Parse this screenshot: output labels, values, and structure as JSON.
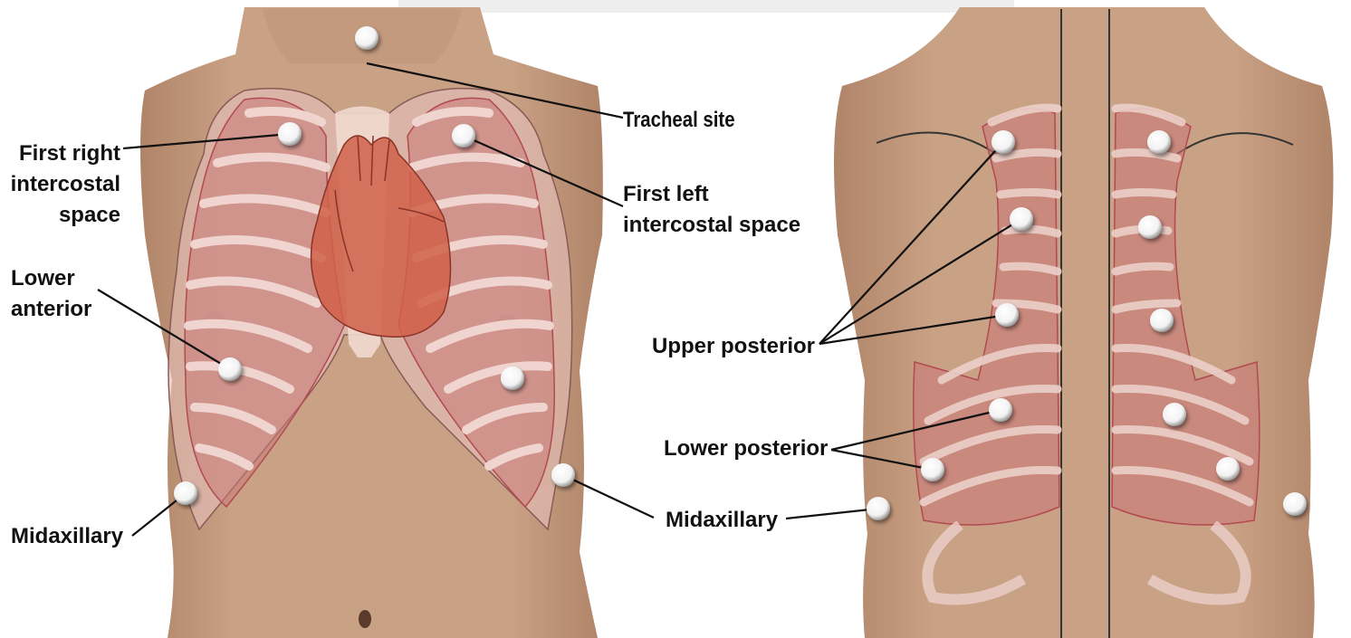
{
  "front_view": {
    "labels": {
      "tracheal_site": "Tracheal site",
      "first_right_1": "First right",
      "first_right_2": "intercostal",
      "first_right_3": "space",
      "first_left_1": "First left",
      "first_left_2": "intercostal space",
      "lower_anterior_1": "Lower",
      "lower_anterior_2": "anterior",
      "midaxillary": "Midaxillary"
    }
  },
  "back_view": {
    "labels": {
      "upper_posterior": "Upper posterior",
      "lower_posterior": "Lower posterior",
      "midaxillary": "Midaxillary"
    }
  },
  "colors": {
    "skin": "#c9a184",
    "skin_shadow": "#b88f72",
    "rib": "#e6c3bd",
    "lung": "#c97a78",
    "heart": "#d0604a",
    "marker": "#ffffff",
    "line": "#111111"
  }
}
